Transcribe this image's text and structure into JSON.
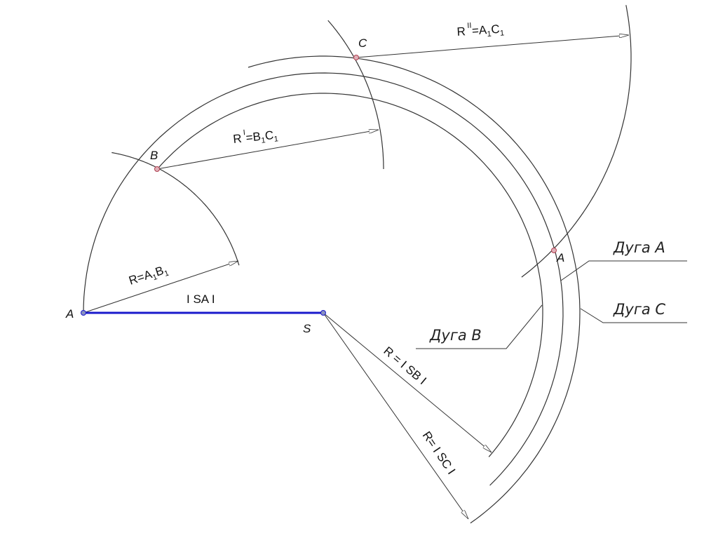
{
  "points": {
    "A": "A",
    "B": "B",
    "C": "C",
    "S": "S",
    "A_right": "A"
  },
  "labels": {
    "sa": "I SA I",
    "r_ab": {
      "main": "R=A",
      "s1": "1",
      "mid": "B",
      "s2": "1"
    },
    "r_bc": {
      "main": "R",
      "sup": "I",
      "eq": "=B",
      "s1": "1",
      "mid": "C",
      "s2": "1"
    },
    "r_ac": {
      "main": "R",
      "sup": "II",
      "eq": "=A",
      "s1": "1",
      "mid": "C",
      "s2": "1"
    },
    "r_sb": "R = I SB I",
    "r_sc": "R= I SC I",
    "arc_a": "Дуга А",
    "arc_b": "Дуга В",
    "arc_c": "Дуга С"
  },
  "colors": {
    "line": "#333333",
    "segment": "#1a1acc",
    "point": "#b04050"
  }
}
